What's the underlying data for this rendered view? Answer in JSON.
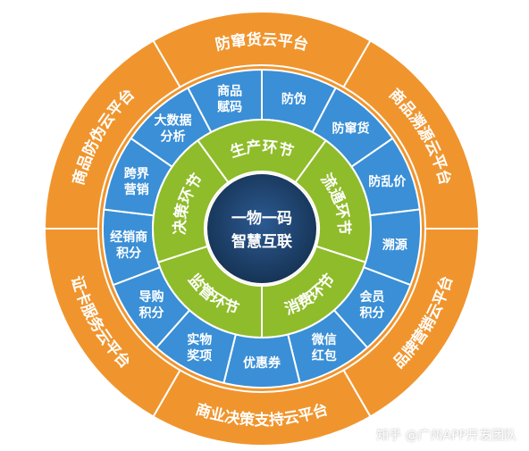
{
  "center": {
    "line1": "一物一码",
    "line2": "智慧互联"
  },
  "stages": [
    "生产环节",
    "流通环节",
    "消费环节",
    "监管环节",
    "决策环节"
  ],
  "blue_items": [
    [
      "防伪"
    ],
    [
      "防窜货"
    ],
    [
      "防乱价"
    ],
    [
      "溯源"
    ],
    [
      "会员",
      "积分"
    ],
    [
      "微信",
      "红包"
    ],
    [
      "优惠券"
    ],
    [
      "实物",
      "奖项"
    ],
    [
      "导购",
      "积分"
    ],
    [
      "经销商",
      "积分"
    ],
    [
      "跨界",
      "营销"
    ],
    [
      "大数据",
      "分析"
    ],
    [
      "商品",
      "赋码"
    ]
  ],
  "platforms": [
    "防窜货云平台",
    "商品溯源云平台",
    "品牌营销云平台",
    "商业决策支持云平台",
    "证卡服务云平台",
    "商品防伪云平台"
  ],
  "watermark": "知乎 @广州APP开发团队",
  "colors": {
    "orange": "#f0952e",
    "blue": "#3a8fd6",
    "green": "#8fbc2a",
    "center": "#1d3f6e",
    "white": "#ffffff"
  }
}
